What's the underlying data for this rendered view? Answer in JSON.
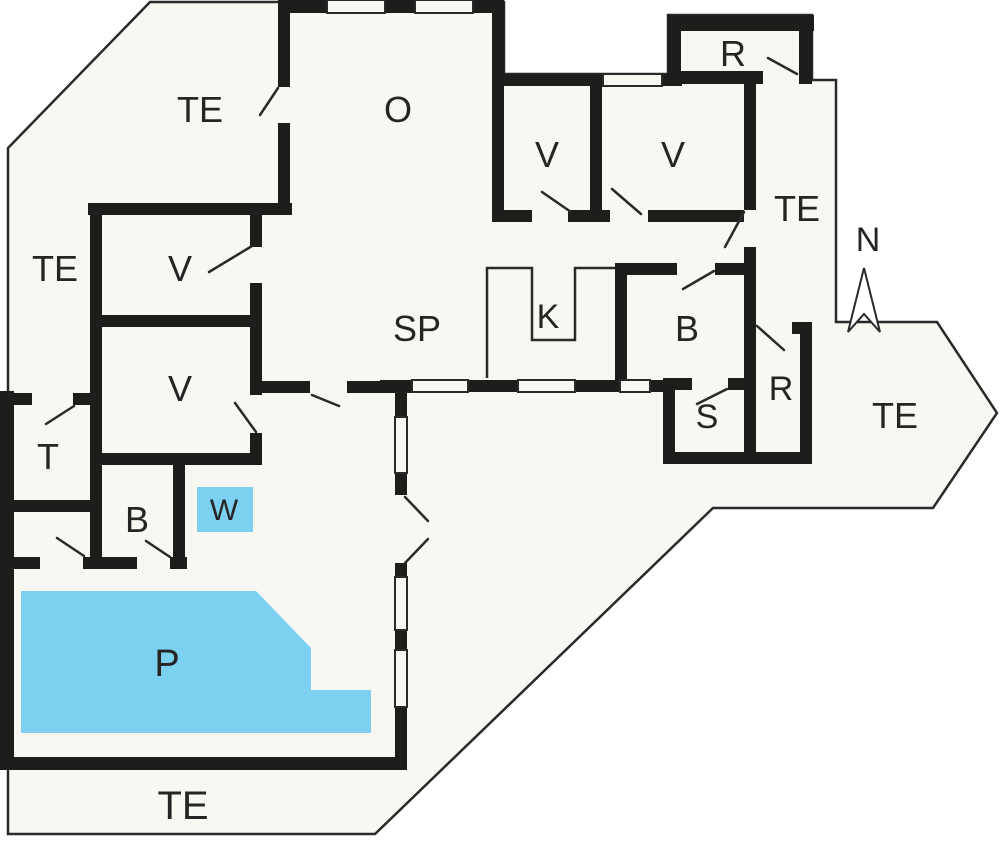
{
  "plan": {
    "background": "#ffffff",
    "floor": "#f8f7f2",
    "wall": "#1f1c1c",
    "line": "#2b2929",
    "pool": "#7cd1f1",
    "text": "#262424"
  },
  "labels": {
    "te_top_left": "TE",
    "o_room": "O",
    "v_top_1": "V",
    "v_top_2": "V",
    "r_top": "R",
    "te_left": "TE",
    "v_left_1": "V",
    "v_left_2": "V",
    "sp_hall": "SP",
    "k_kitchen": "K",
    "b_right": "B",
    "te_east": "TE",
    "r_right": "R",
    "s_room": "S",
    "te_right": "TE",
    "t_room": "T",
    "b_left": "B",
    "w_area": "W",
    "p_pool": "P",
    "te_bottom": "TE",
    "compass_north": "N"
  }
}
